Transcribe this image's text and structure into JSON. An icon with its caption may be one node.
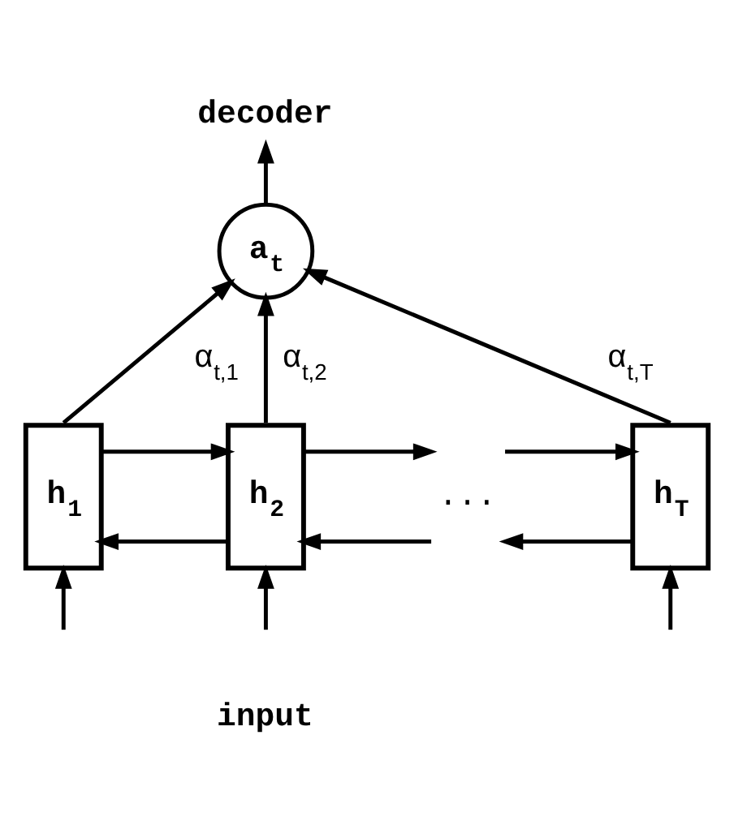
{
  "diagram": {
    "nodes": [
      {
        "text": [
          "decoder"
        ]
      },
      {
        "text": [
          "a$_{t}$"
        ]
      },
      {
        "text": [
          "h$_{1}$"
        ]
      },
      {
        "text": [
          "h$_{2}$"
        ]
      },
      {
        "text": [
          "..."
        ]
      },
      {
        "text": [
          "h$_{T}$"
        ]
      }
    ],
    "edges": [
      {
        "from": 1,
        "to": 0,
        "arrow": "to"
      },
      {
        "from": 2,
        "to": 1,
        "arrow": "to",
        "label": "α$_{t,1}$"
      },
      {
        "from": 3,
        "to": 1,
        "arrow": "to",
        "label": "α$_{t,2}$"
      },
      {
        "from": 5,
        "to": 1,
        "arrow": "to",
        "label": "α$_{t,T}$"
      },
      {
        "from": 2,
        "to": 3,
        "arrow": "to"
      },
      {
        "from": 3,
        "to": 2,
        "arrow": "to"
      },
      {
        "from": 3,
        "to": 4,
        "arrow": "to"
      },
      {
        "from": 4,
        "to": 3,
        "arrow": "to"
      },
      {
        "from": 4,
        "to": 5,
        "arrow": "to"
      },
      {
        "from": 5,
        "to": 4,
        "arrow": "to"
      },
      {
        "from": null,
        "to": 2,
        "arrow": "to"
      },
      {
        "from": null,
        "to": 3,
        "arrow": "to"
      },
      {
        "from": null,
        "to": 5,
        "arrow": "to"
      }
    ],
    "labels": [
      "input"
    ]
  }
}
